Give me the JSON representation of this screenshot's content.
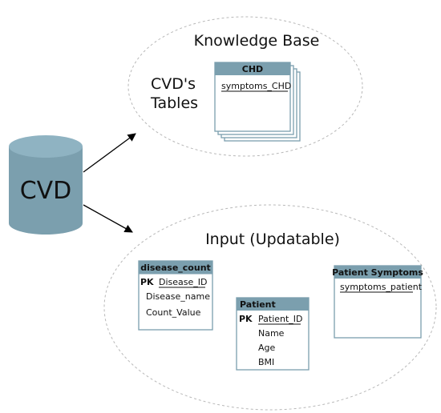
{
  "colors": {
    "table_header": "#7b9fae",
    "cylinder_body": "#7b9fae",
    "cylinder_top": "#8fb3c2",
    "ellipse_border": "#b8b8b8"
  },
  "database": {
    "label": "CVD"
  },
  "knowledge_base": {
    "title": "Knowledge Base",
    "side_label_line1": "CVD's",
    "side_label_line2": "Tables",
    "stack_table": {
      "name": "CHD",
      "fields": [
        "symptoms_CHD"
      ]
    }
  },
  "input": {
    "title": "Input (Updatable)",
    "tables": {
      "disease_count": {
        "name": "disease_count",
        "pk_label": "PK",
        "pk_field": "Disease_ID",
        "fields": [
          "Disease_name",
          "Count_Value"
        ]
      },
      "patient": {
        "name": "Patient",
        "pk_label": "PK",
        "pk_field": "Patient_ID",
        "fields": [
          "Name",
          "Age",
          "BMI"
        ]
      },
      "patient_symptoms": {
        "name": "Patient Symptoms",
        "fields": [
          "symptoms_patient"
        ]
      }
    }
  }
}
